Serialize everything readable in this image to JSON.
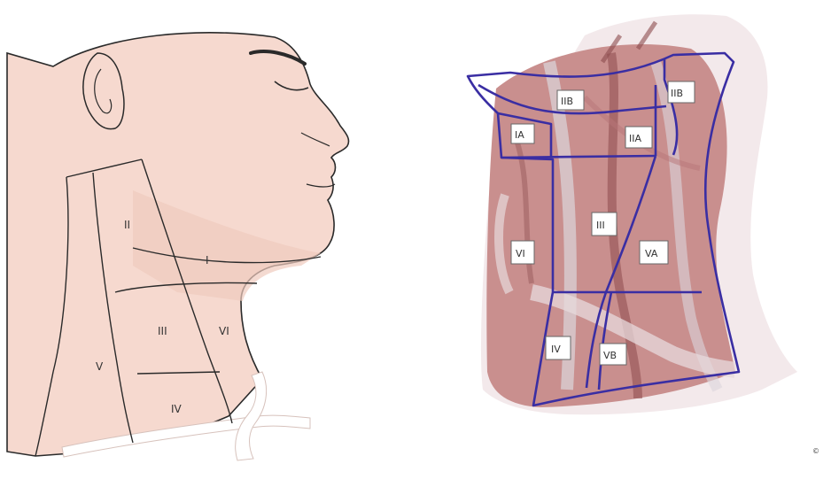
{
  "left_panel": {
    "labels": [
      "II",
      "I",
      "III",
      "VI",
      "V",
      "IV"
    ]
  },
  "right_panel": {
    "labels": [
      "IIB",
      "IIB",
      "IA",
      "IIA",
      "III",
      "VI",
      "VA",
      "IV",
      "VB"
    ]
  },
  "corner_mark": "©",
  "colors": {
    "skin": "#f6d9cf",
    "skin_shadow": "#efcabd",
    "outline": "#2a2a2a",
    "muscle": "#c98f8e",
    "muscle_dark": "#8c4b4d",
    "tendon": "#dcd6dc",
    "region_border": "#3a2ea3",
    "label_box": "#ffffff"
  }
}
